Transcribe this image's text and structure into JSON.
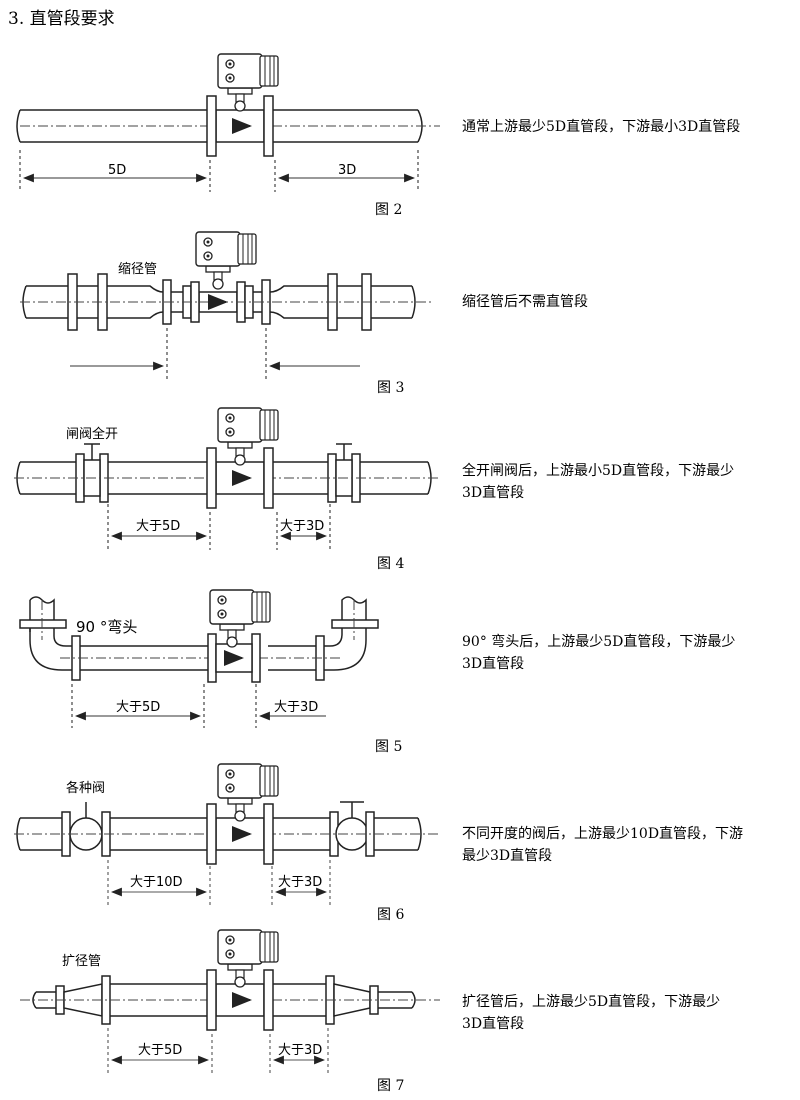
{
  "page": {
    "section_title": "3. 直管段要求"
  },
  "figures": [
    {
      "caption": "图 2",
      "description": [
        "通常上游最少5D直管段，下游最小3D直管段"
      ],
      "component_label": "",
      "upstream_dim": "5D",
      "downstream_dim": "3D"
    },
    {
      "caption": "图 3",
      "description": [
        "缩径管后不需直管段"
      ],
      "component_label": "缩径管",
      "upstream_dim": "",
      "downstream_dim": ""
    },
    {
      "caption": "图 4",
      "description": [
        "全开闸阀后，上游最小5D直管段，下游最少",
        "3D直管段"
      ],
      "component_label": "闸阀全开",
      "upstream_dim": "大于5D",
      "downstream_dim": "大于3D"
    },
    {
      "caption": "图 5",
      "description": [
        "90° 弯头后，上游最少5D直管段，下游最少",
        "3D直管段"
      ],
      "component_label": "90 °弯头",
      "upstream_dim": "大于5D",
      "downstream_dim": "大于3D"
    },
    {
      "caption": "图 6",
      "description": [
        "不同开度的阀后，上游最少10D直管段，下游",
        "最少3D直管段"
      ],
      "component_label": "各种阀",
      "upstream_dim": "大于10D",
      "downstream_dim": "大于3D"
    },
    {
      "caption": "图 7",
      "description": [
        "扩径管后，上游最少5D直管段，下游最少",
        "3D直管段"
      ],
      "component_label": "扩径管",
      "upstream_dim": "大于5D",
      "downstream_dim": "大于3D"
    }
  ],
  "colors": {
    "line": "#222222",
    "dim_line": "#333333",
    "arrow": "#333333",
    "background": "#ffffff"
  }
}
